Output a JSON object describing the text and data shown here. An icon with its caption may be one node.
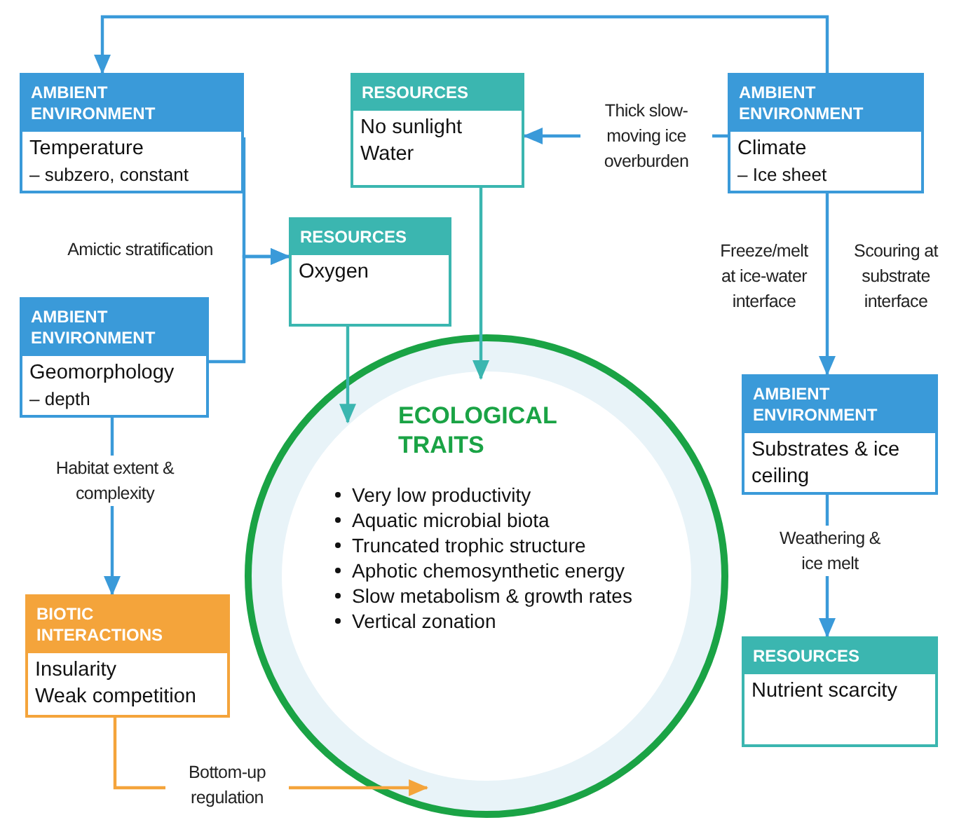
{
  "diagram": {
    "nodes": [
      {
        "text": [
          "AMBIENT ENVIRONMENT",
          "Temperature",
          "– subzero, constant"
        ]
      },
      {
        "text": [
          "RESOURCES",
          "No sunlight",
          "Water"
        ]
      },
      {
        "text": [
          "AMBIENT ENVIRONMENT",
          "Climate",
          "– Ice sheet"
        ]
      },
      {
        "text": [
          "RESOURCES",
          "Oxygen"
        ]
      },
      {
        "text": [
          "AMBIENT ENVIRONMENT",
          "Geomorphology",
          "– depth"
        ]
      },
      {
        "text": [
          "ECOLOGICAL TRAITS",
          "Very low productivity",
          "Aquatic microbial biota",
          "Truncated trophic structure",
          "Aphotic chemosynthetic energy",
          "Slow metabolism & growth rates",
          "Vertical zonation"
        ]
      },
      {
        "text": [
          "AMBIENT ENVIRONMENT",
          "Substrates & ice ceiling"
        ]
      },
      {
        "text": [
          "BIOTIC INTERACTIONS",
          "Insularity",
          "Weak competition"
        ]
      },
      {
        "text": [
          "RESOURCES",
          "Nutrient scarcity"
        ]
      }
    ],
    "edges": [
      {
        "from": 2,
        "to": 0,
        "arrow": "to"
      },
      {
        "from": 2,
        "to": 1,
        "arrow": "to",
        "label": "Thick slow-moving ice overburden"
      },
      {
        "from": 0,
        "to": 3,
        "arrow": "to",
        "label": "Amictic stratification"
      },
      {
        "from": 4,
        "to": 3,
        "arrow": "to"
      },
      {
        "from": 3,
        "to": 5,
        "arrow": "to",
        "color": "#3bb6b0"
      },
      {
        "from": 1,
        "to": 5,
        "arrow": "to",
        "color": "#3bb6b0"
      },
      {
        "from": 2,
        "to": 6,
        "arrow": "to",
        "label": "Freeze/melt at ice-water interface"
      },
      {
        "from": 4,
        "to": 7,
        "arrow": "to",
        "label": "Habitat extent & complexity"
      },
      {
        "from": 6,
        "to": 8,
        "arrow": "to",
        "label": "Weathering & ice melt"
      },
      {
        "from": 7,
        "to": 5,
        "arrow": "to",
        "label": "Bottom-up regulation",
        "color": "#f4a43b"
      }
    ],
    "labels": [
      "Scouring at substrate interface"
    ]
  }
}
